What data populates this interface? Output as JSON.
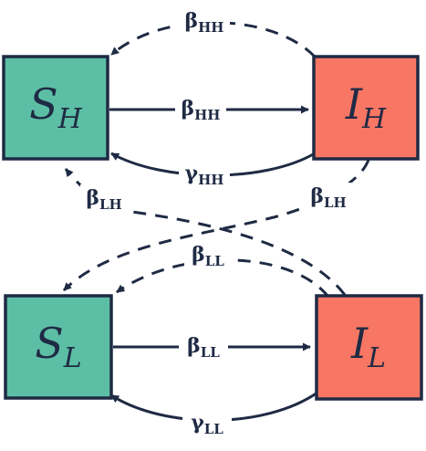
{
  "colors": {
    "susceptible": "#5cbfa5",
    "infected": "#f87764",
    "ink": "#1f2a44"
  },
  "nodes": {
    "s_h": {
      "main": "S",
      "sub": "H"
    },
    "i_h": {
      "main": "I",
      "sub": "H"
    },
    "s_l": {
      "main": "S",
      "sub": "L"
    },
    "i_l": {
      "main": "I",
      "sub": "L"
    }
  },
  "edges": {
    "hh_dashed": {
      "main": "β",
      "sub": "HH"
    },
    "hh_solid": {
      "main": "β",
      "sub": "HH"
    },
    "gamma_hh": {
      "main": "γ",
      "sub": "HH"
    },
    "lh_left": {
      "main": "β",
      "sub": "LH"
    },
    "lh_right": {
      "main": "β",
      "sub": "LH"
    },
    "ll_dashed": {
      "main": "β",
      "sub": "LL"
    },
    "ll_solid": {
      "main": "β",
      "sub": "LL"
    },
    "gamma_ll": {
      "main": "γ",
      "sub": "LL"
    }
  }
}
